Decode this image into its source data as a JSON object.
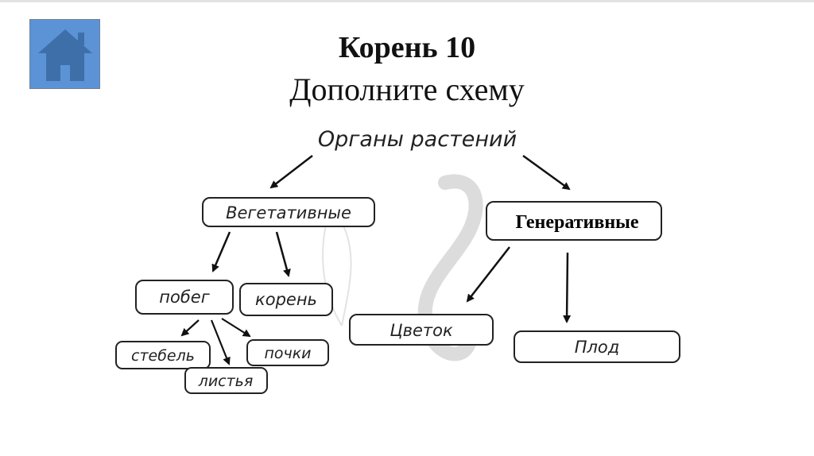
{
  "header": {
    "title": "Корень 10",
    "subtitle": "Дополните схему"
  },
  "nav": {
    "home_icon": "home-icon"
  },
  "diagram": {
    "root": "Органы растений",
    "vegetative": "Вегетативные",
    "generative": "Генеративные",
    "shoot": "побег",
    "root_organ": "корень",
    "stem": "стебель",
    "buds": "почки",
    "leaves": "листья",
    "flower": "Цветок",
    "fruit": "Плод"
  },
  "colors": {
    "home_button": "#5b93d6",
    "home_house": "#3f6fa8"
  }
}
